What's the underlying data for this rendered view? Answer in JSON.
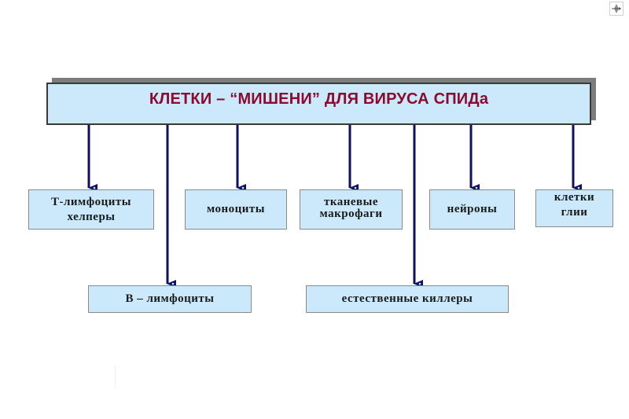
{
  "title": "КЛЕТКИ – “МИШЕНИ” ДЛЯ  ВИРУСА  СПИДа",
  "colors": {
    "title_text": "#8b0a2e",
    "box_fill": "#cce9fb",
    "arrow": "#0f1060"
  },
  "row1": [
    {
      "id": "t-helpers",
      "line1": "Т-лимфоциты",
      "line2": "хелперы"
    },
    {
      "id": "monocytes",
      "line1": "моноциты",
      "line2": ""
    },
    {
      "id": "tissue-macrophages",
      "line1": "тканевые",
      "line2": "макрофаги"
    },
    {
      "id": "neurons",
      "line1": "нейроны",
      "line2": ""
    },
    {
      "id": "glial-cells",
      "line1": "клетки",
      "line2": "глии"
    }
  ],
  "row2": [
    {
      "id": "b-lymphocytes",
      "label": "В – лимфоциты"
    },
    {
      "id": "natural-killers",
      "label": "естественные киллеры"
    }
  ],
  "nav_icon": "navigation-icon"
}
